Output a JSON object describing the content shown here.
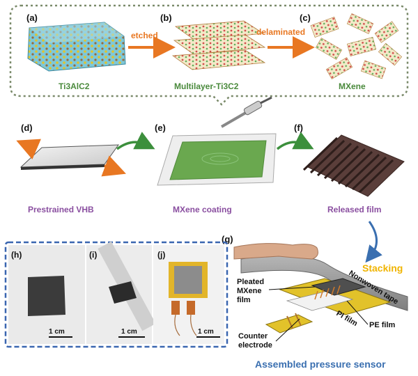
{
  "panels": {
    "a": {
      "letter": "(a)",
      "caption": "Ti3AlC2"
    },
    "b": {
      "letter": "(b)",
      "caption": "Multilayer-Ti3C2"
    },
    "c": {
      "letter": "(c)",
      "caption": "MXene"
    },
    "d": {
      "letter": "(d)",
      "caption": "Prestrained VHB"
    },
    "e": {
      "letter": "(e)",
      "caption": "MXene coating"
    },
    "f": {
      "letter": "(f)",
      "caption": "Released film"
    },
    "g": {
      "letter": "(g)",
      "caption": "Assembled pressure sensor"
    },
    "h": {
      "letter": "(h)",
      "scale": "1 cm"
    },
    "i": {
      "letter": "(i)",
      "scale": "1 cm"
    },
    "j": {
      "letter": "(j)",
      "scale": "1 cm"
    }
  },
  "arrows": {
    "etched": "etched",
    "delaminated": "delaminated"
  },
  "sensor_labels": {
    "stacking": "Stacking",
    "nonwoven": "Nonwoven tape",
    "pleated_1": "Pleated",
    "pleated_2": "MXene",
    "pleated_3": "film",
    "pi_film": "PI film",
    "pe_film": "PE film",
    "counter_1": "Counter",
    "counter_2": "electrode"
  },
  "colors": {
    "caption_green": "#4a8a3c",
    "caption_purple": "#8a4fa0",
    "arrow_orange": "#e87722",
    "arrow_green": "#3c8f3c",
    "stacking_yellow": "#f0b400",
    "sensor_blue": "#3a6fb0",
    "dashed_gray": "#7a8a6a",
    "dashed_blue": "#3a66b0"
  }
}
